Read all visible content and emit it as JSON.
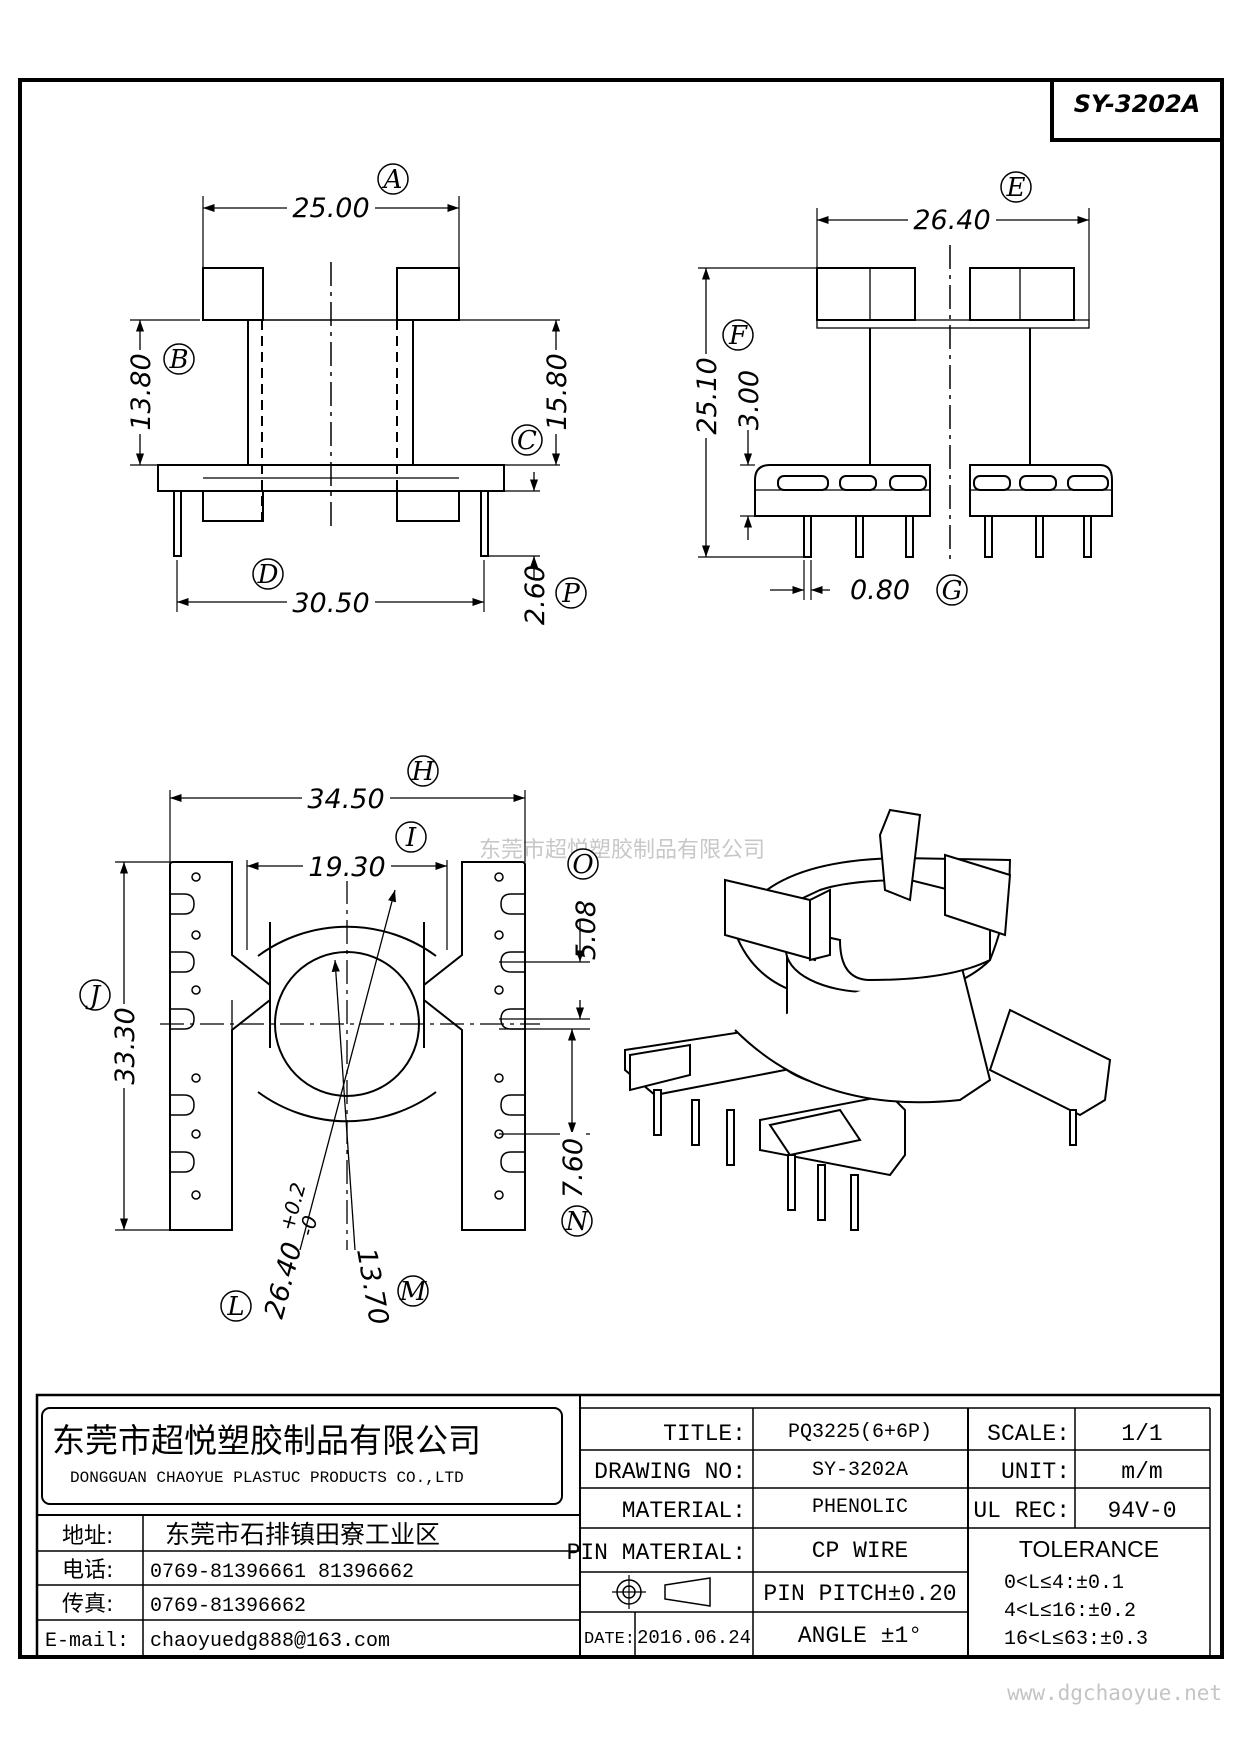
{
  "part_number": "SY-3202A",
  "watermark": "东莞市超悦塑胶制品有限公司",
  "website": "www.dgchaoyue.net",
  "views": {
    "front": {
      "A": {
        "letter": "A",
        "value": "25.00"
      },
      "B": {
        "letter": "B",
        "value": "13.80"
      },
      "C": {
        "letter": "C",
        "value": "15.80"
      },
      "D": {
        "letter": "D",
        "value": "30.50"
      },
      "P": {
        "letter": "P",
        "value": "2.60"
      }
    },
    "side": {
      "E": {
        "letter": "E",
        "value": "26.40"
      },
      "F": {
        "letter": "F",
        "value": "25.10"
      },
      "F2": {
        "value": "3.00"
      },
      "G": {
        "letter": "G",
        "value": "0.80"
      }
    },
    "bottom": {
      "H": {
        "letter": "H",
        "value": "34.50"
      },
      "I": {
        "letter": "I",
        "value": "19.30"
      },
      "J": {
        "letter": "J",
        "value": "33.30"
      },
      "O": {
        "letter": "O",
        "value": "5.08"
      },
      "N": {
        "letter": "N",
        "value": "7.60"
      },
      "L": {
        "letter": "L",
        "value": "26.40",
        "tol_plus": "+0.2",
        "tol_minus": "-0"
      },
      "M": {
        "letter": "M",
        "value": "13.70"
      }
    }
  },
  "title_block": {
    "company_cn": "东莞市超悦塑胶制品有限公司",
    "company_en": "DONGGUAN CHAOYUE PLASTUC PRODUCTS CO.,LTD",
    "address_label": "地址:",
    "address": "东莞市石排镇田寮工业区",
    "phone_label": "电话:",
    "phone": "0769-81396661  81396662",
    "fax_label": "传真:",
    "fax": "0769-81396662",
    "email_label": "E-mail:",
    "email": "chaoyuedg888@163.com",
    "title_label": "TITLE:",
    "title": "PQ3225(6+6P)",
    "drawing_no_label": "DRAWING NO:",
    "drawing_no": "SY-3202A",
    "material_label": "MATERIAL:",
    "material": "PHENOLIC",
    "pin_material_label": "PIN MATERIAL:",
    "pin_material": "CP WIRE",
    "pin_pitch": "PIN PITCH±0.20",
    "angle": "ANGLE  ±1°",
    "date_label": "DATE:",
    "date": "2016.06.24",
    "scale_label": "SCALE:",
    "scale": "1/1",
    "unit_label": "UNIT:",
    "unit": "m/m",
    "ul_label": "UL REC:",
    "ul": "94V-0",
    "tolerance_label": "TOLERANCE",
    "tolerances": [
      "0<L≤4:±0.1",
      "4<L≤16:±0.2",
      "16<L≤63:±0.3"
    ]
  }
}
